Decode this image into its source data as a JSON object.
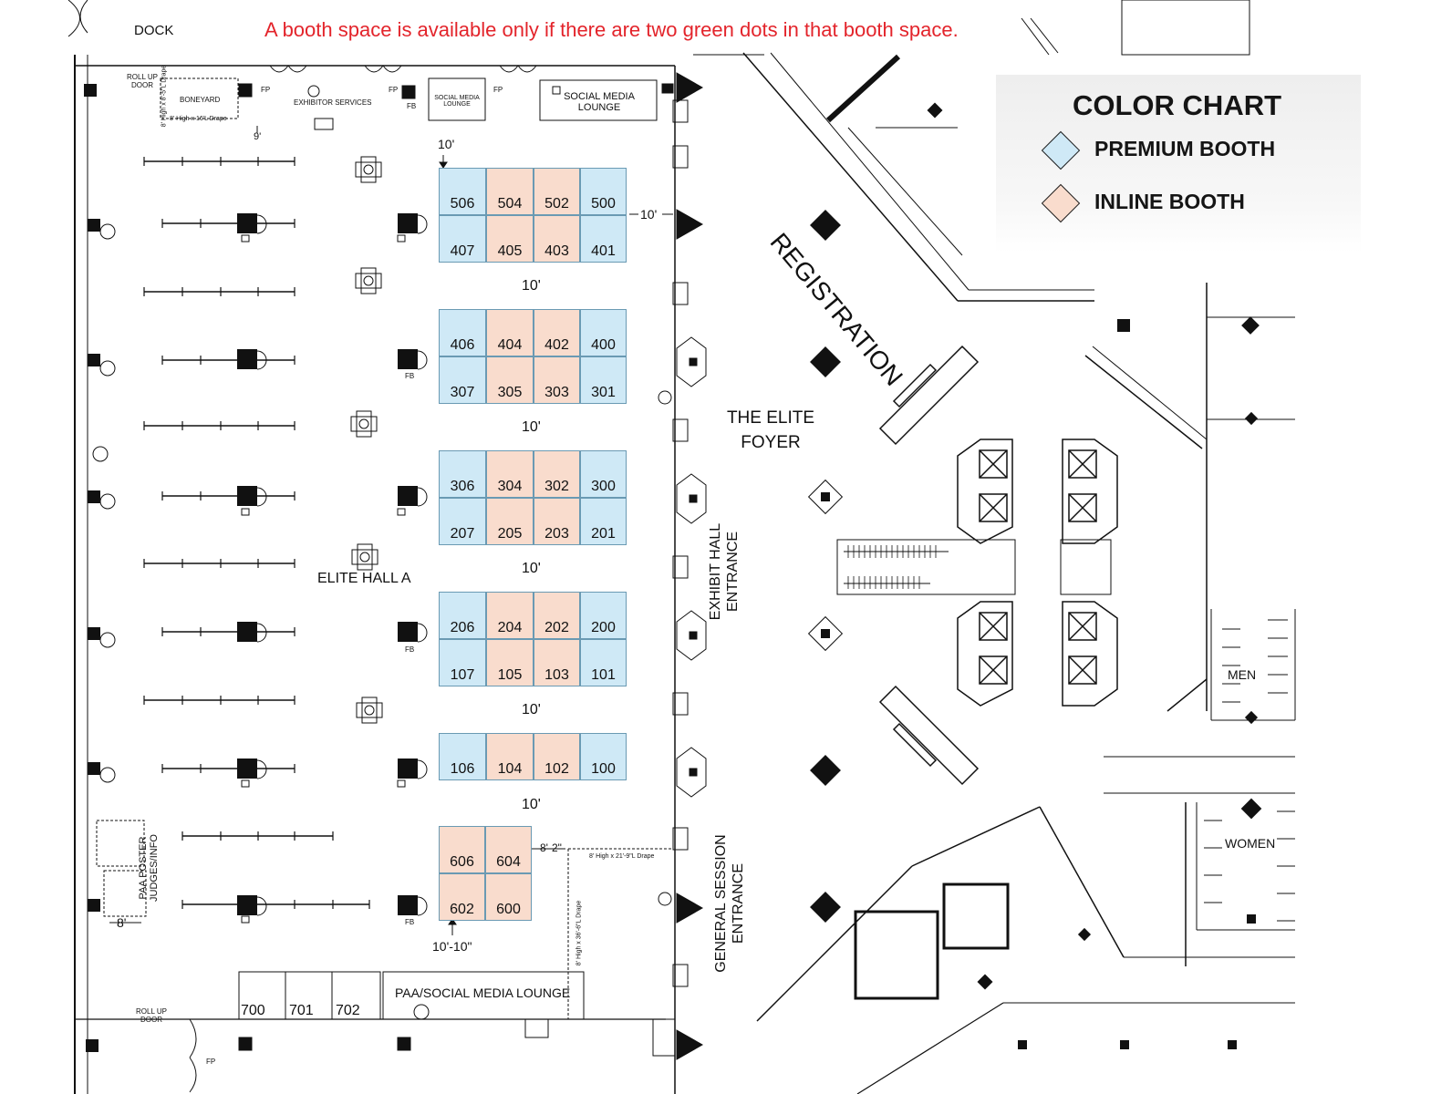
{
  "notice": "A booth space is available only if there are two green dots in that booth space.",
  "legend": {
    "title": "COLOR CHART",
    "items": [
      {
        "label": "PREMIUM BOOTH",
        "color": "#cfe9f6"
      },
      {
        "label": "INLINE BOOTH",
        "color": "#f9dccd"
      }
    ]
  },
  "colors": {
    "premium": "#cfe9f6",
    "inline": "#f9dccd",
    "notice": "#e3242b"
  },
  "booth_blocks": [
    {
      "top": [
        "506",
        "504",
        "502",
        "500"
      ],
      "bottom": [
        "407",
        "405",
        "403",
        "401"
      ]
    },
    {
      "top": [
        "406",
        "404",
        "402",
        "400"
      ],
      "bottom": [
        "307",
        "305",
        "303",
        "301"
      ]
    },
    {
      "top": [
        "306",
        "304",
        "302",
        "300"
      ],
      "bottom": [
        "207",
        "205",
        "203",
        "201"
      ]
    },
    {
      "top": [
        "206",
        "204",
        "202",
        "200"
      ],
      "bottom": [
        "107",
        "105",
        "103",
        "101"
      ]
    },
    {
      "top": [
        "106",
        "104",
        "102",
        "100"
      ],
      "bottom": []
    }
  ],
  "booth_block_600": {
    "top": [
      "606",
      "604"
    ],
    "bottom": [
      "602",
      "600"
    ]
  },
  "small_booths": [
    "700",
    "701",
    "702"
  ],
  "aisle": {
    "label": "10'"
  },
  "dims": {
    "top_right": "10'",
    "nine_ft": "9'",
    "eight_two": "8'-2\"",
    "ten_ten": "10'-10\"",
    "eight_ft": "8'"
  },
  "labels": {
    "dock": "DOCK",
    "rollup_top": "ROLL UP DOOR",
    "rollup_bottom": "ROLL UP DOOR",
    "boneyard": "BONEYARD",
    "exhibitor_services": "EXHIBITOR SERVICES",
    "social_media_lounge_small": "SOCIAL MEDIA LOUNGE",
    "social_media_lounge": "SOCIAL MEDIA LOUNGE",
    "elite_hall": "ELITE HALL A",
    "exhibit_hall_entrance": "EXHIBIT HALL ENTRANCE",
    "general_session_entrance": "GENERAL SESSION ENTRANCE",
    "elite_foyer": "THE ELITE FOYER",
    "registration": "REGISTRATION",
    "men": "MEN",
    "women": "WOMEN",
    "paa_poster": "PAA POSTER JUDGES/INFO",
    "paa_lounge": "PAA/SOCIAL MEDIA LOUNGE",
    "fp": "FP",
    "fb": "FB",
    "drape_boneyard_v": "8' High x 8'-5\"L Drape",
    "drape_boneyard_h": "8' High x 16'L Drape",
    "drape_600_h": "8' High x 21'-9\"L Drape",
    "drape_600_v": "8' High x 36'-6\"L Drape"
  }
}
